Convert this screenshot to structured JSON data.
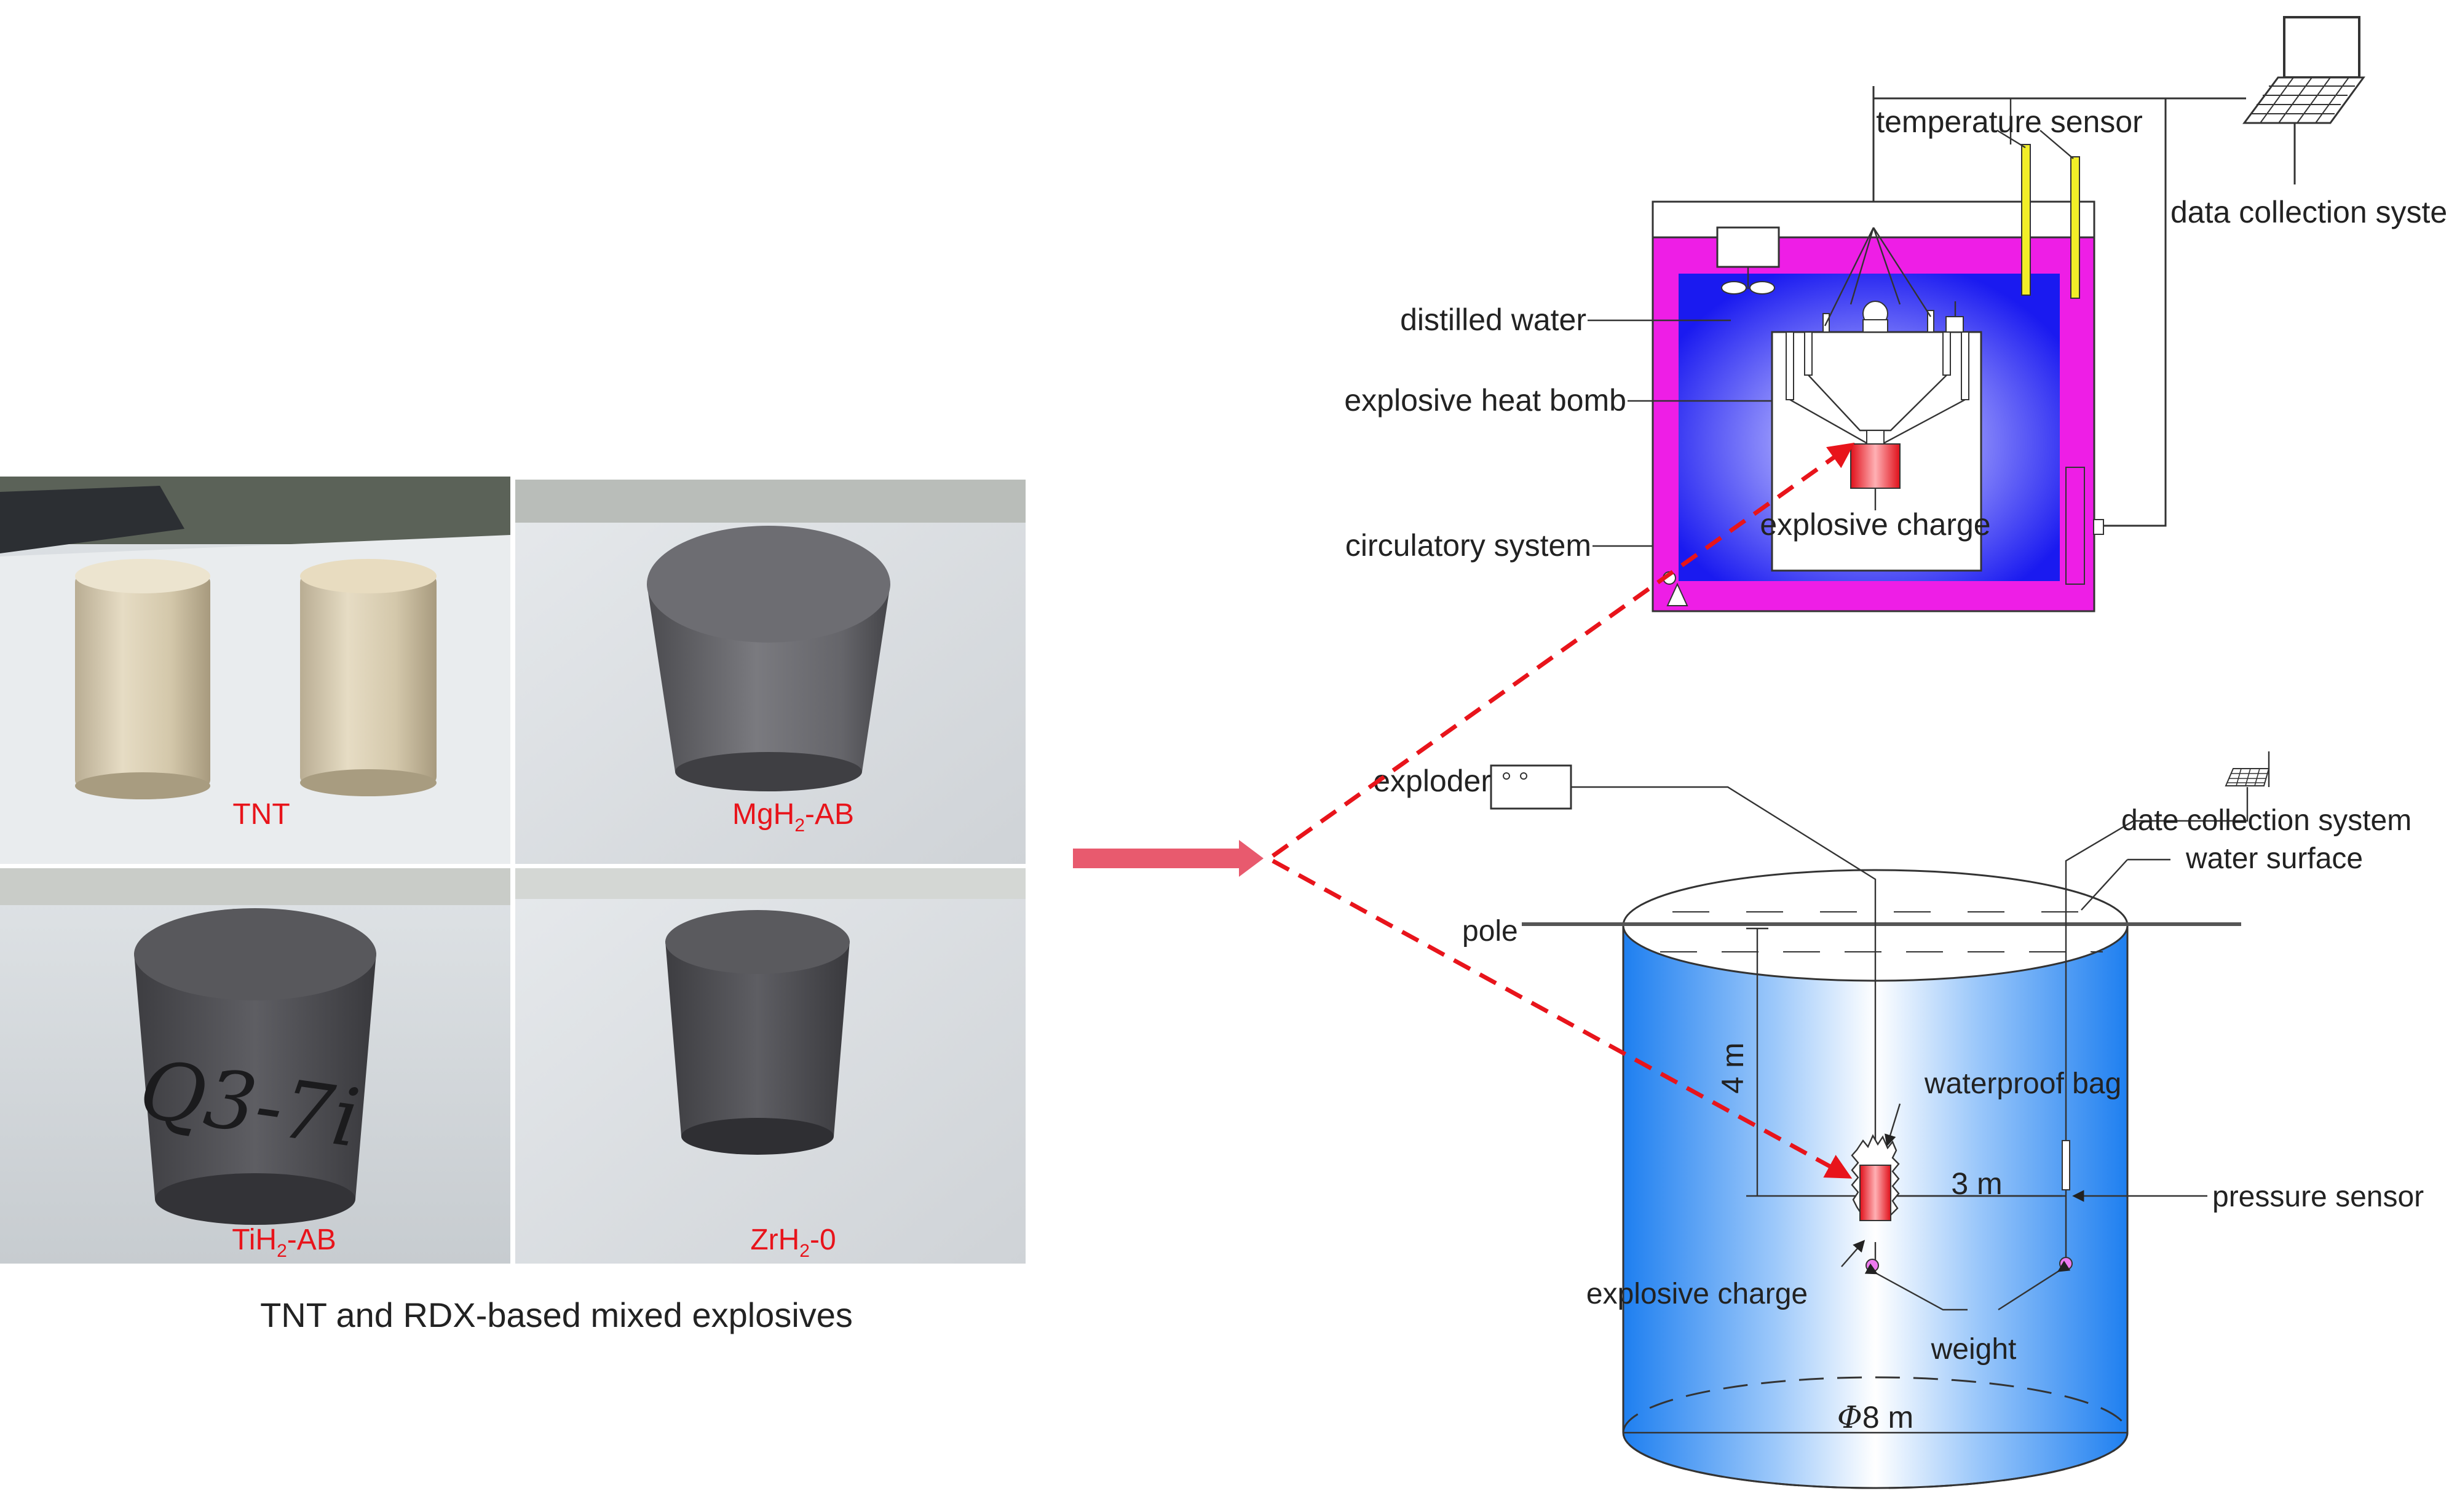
{
  "photos": {
    "caption": "TNT and RDX-based mixed explosives",
    "panels": [
      {
        "id": "tnt",
        "base": "TNT",
        "subscript": "",
        "suffix": ""
      },
      {
        "id": "mgh2",
        "base": "MgH",
        "subscript": "2",
        "suffix": "-AB"
      },
      {
        "id": "tih2",
        "base": "TiH",
        "subscript": "2",
        "suffix": "-AB"
      },
      {
        "id": "zrh2",
        "base": "ZrH",
        "subscript": "2",
        "suffix": "-0"
      }
    ],
    "sample_marking": "Q3-7i"
  },
  "heat_bomb": {
    "labels": {
      "temperature_sensor": "temperature sensor",
      "data_collection_system": "data collection system",
      "distilled_water": "distilled water",
      "explosive_heat_bomb": "explosive heat bomb",
      "explosive_charge": "explosive charge",
      "circulatory_system": "circulatory system"
    }
  },
  "pool": {
    "labels": {
      "exploder": "exploder",
      "date_collection_system": "date collection system",
      "water_surface": "water surface",
      "pole": "pole",
      "depth": "4 m",
      "waterproof_bag": "waterproof bag",
      "distance": "3 m",
      "pressure_sensor": "pressure sensor",
      "explosive_charge": "explosive charge",
      "weight": "weight",
      "diameter_symbol": "Φ",
      "diameter_value": "8 m"
    }
  },
  "colors": {
    "label_red": "#e8141b",
    "arrow_pink": "#e85a6e",
    "vessel_magenta": "#ee1ee6",
    "water_blue": "#1a1af0",
    "pool_blue": "#1e7ff0",
    "sensor_yellow": "#f2ee28"
  }
}
